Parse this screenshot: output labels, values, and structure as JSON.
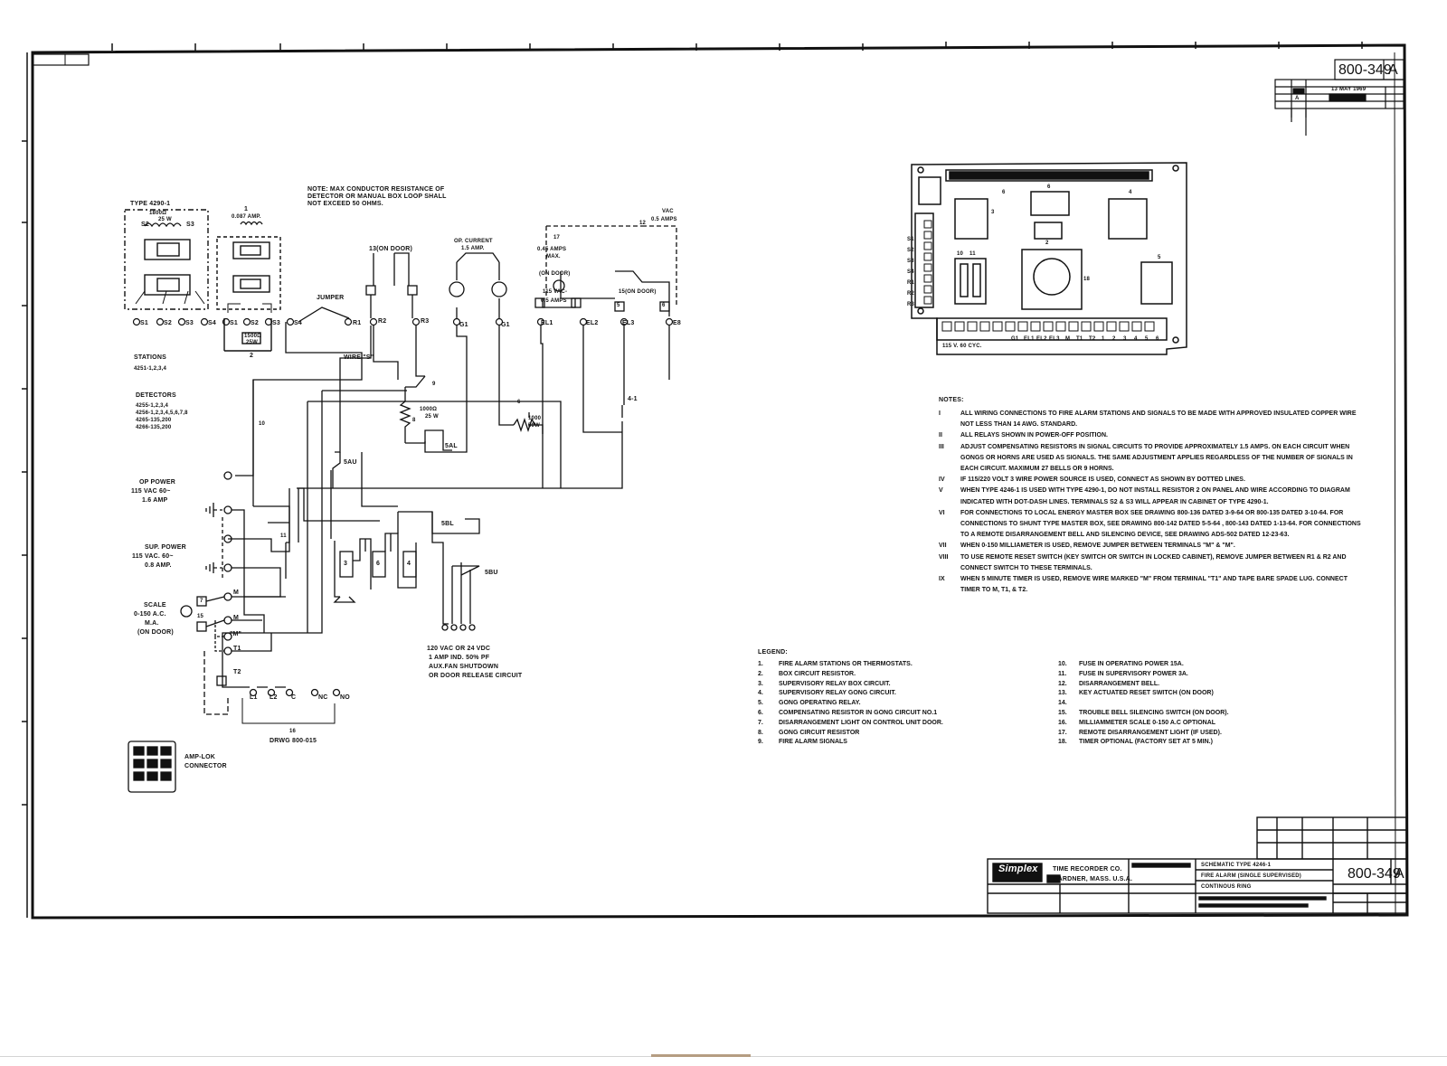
{
  "drawing": {
    "number": "800-349",
    "revision": "A",
    "top_header": "800-349",
    "rev_table": {
      "rev": "A",
      "date": "13 MAY 1969"
    }
  },
  "schematic_notes": {
    "top_note": "NOTE: MAX CONDUCTOR RESISTANCE OF DETECTOR OR MANUAL BOX LOOP SHALL NOT EXCEED 50 OHMS."
  },
  "labels": {
    "type_4290": "TYPE 4290-1",
    "r1800": "1800Ω",
    "r25w": "25 W",
    "s2": "S2",
    "s3": "S3",
    "amp_087": "0.087 AMP.",
    "item1": "1",
    "item2": "2",
    "r1500": "1500Ω",
    "r25w2": "25W",
    "terms_left": [
      "S1",
      "S2",
      "S3",
      "S4",
      "S1",
      "S2",
      "S3",
      "S4"
    ],
    "stations_title": "STATIONS",
    "stations": "4251-1,2,3,4",
    "detectors_title": "DETECTORS",
    "detectors": [
      "4255-1,2,3,4",
      "4256-1,2,3,4,5,6,7,8",
      "4265-135,200",
      "4266-135,200"
    ],
    "jumper": "JUMPER",
    "r1": "R1",
    "r2": "R2",
    "r3": "R3",
    "wire_s": "WIRE \"S\"",
    "on_door_13": "13(ON DOOR)",
    "op_current": "OP. CURRENT",
    "op_current_amp": "1.5 AMP.",
    "g1a": "G1",
    "g1b": "G1",
    "amps_045": "0.45 AMPS",
    "max": "MAX.",
    "item17": "17",
    "item12": "12",
    "vac": "VAC",
    "vac_amps": "0.5 AMPS",
    "on_door": "(ON DOOR)",
    "v115_vac": "115 VAC-",
    "amps_05": "0.5 AMPS",
    "on_door_15": "15(ON DOOR)",
    "el1": "EL1",
    "el2": "EL2",
    "el3": "EL3",
    "e8": "E8",
    "item5": "5",
    "item6": "6",
    "r1000": "1000Ω",
    "r25w3": "25 W",
    "item8": "8",
    "item9": "9",
    "item10": "10",
    "r1000b": "1000",
    "r50w": "50W",
    "item6b": "6",
    "k4_1": "4-1",
    "k5al": "5AL",
    "k5au": "5AU",
    "k5bl": "5BL",
    "k5bu": "5BU",
    "op_power": "OP POWER",
    "op_power_v": "115 VAC 60~",
    "op_power_a": "1.6 AMP",
    "sup_power": "SUP. POWER",
    "sup_power_v": "115 VAC. 60~",
    "sup_power_a": "0.8 AMP.",
    "scale": "SCALE",
    "scale_range": "0-150 A.C.",
    "scale_ma": "M.A.",
    "scale_door": "(ON DOOR)",
    "item15": "15",
    "item7": "7",
    "item11": "11",
    "m1": "M",
    "m2": "M",
    "m3": "\"M\"",
    "t1": "T1",
    "t2": "T2",
    "relays": [
      "3",
      "6",
      "4"
    ],
    "bottom_terms": [
      "L1",
      "L2",
      "C",
      "NC",
      "NO"
    ],
    "item16": "16",
    "drwg": "DRWG 800-015",
    "aux_1": "120 VAC OR 24 VDC",
    "aux_2": "1 AMP IND. 50% PF",
    "aux_3": "AUX.FAN SHUTDOWN",
    "aux_4": "OR DOOR RELEASE CIRCUIT",
    "amp_lok": "AMP-LOK",
    "connector": "CONNECTOR"
  },
  "panel": {
    "side_terms": [
      "S1",
      "S2",
      "S3",
      "S4",
      "R1",
      "R2",
      "R3"
    ],
    "numbers": [
      "6",
      "6",
      "4",
      "3",
      "2",
      "10",
      "11",
      "18",
      "5"
    ],
    "bottom_label": "115 V. 60 CYC.",
    "bottom_terms": [
      "G1",
      "EL1",
      "EL2",
      "EL3",
      "M",
      "T1",
      "T2",
      "1",
      "2",
      "3",
      "4",
      "5",
      "6"
    ]
  },
  "notes": {
    "title": "NOTES:",
    "items": [
      {
        "num": "I",
        "text": "ALL WIRING CONNECTIONS TO FIRE ALARM STATIONS AND SIGNALS TO BE MADE WITH APPROVED INSULATED COPPER WIRE NOT LESS THAN 14 AWG. STANDARD."
      },
      {
        "num": "II",
        "text": "ALL RELAYS SHOWN IN POWER-OFF POSITION."
      },
      {
        "num": "III",
        "text": "ADJUST COMPENSATING RESISTORS IN SIGNAL CIRCUITS TO PROVIDE APPROXIMATELY 1.5 AMPS. ON EACH CIRCUIT WHEN GONGS OR HORNS ARE USED AS SIGNALS. THE SAME ADJUSTMENT APPLIES REGARDLESS OF THE NUMBER OF SIGNALS IN EACH CIRCUIT. MAXIMUM 27 BELLS OR 9 HORNS."
      },
      {
        "num": "IV",
        "text": "IF 115/220 VOLT 3 WIRE POWER SOURCE IS USED, CONNECT AS SHOWN BY DOTTED LINES."
      },
      {
        "num": "V",
        "text": "WHEN TYPE 4246-1 IS USED WITH TYPE 4290-1, DO NOT INSTALL RESISTOR 2 ON PANEL AND WIRE ACCORDING TO DIAGRAM INDICATED WITH DOT-DASH LINES. TERMINALS S2 & S3 WILL APPEAR IN CABINET OF TYPE 4290-1."
      },
      {
        "num": "VI",
        "text": "FOR CONNECTIONS TO LOCAL ENERGY MASTER BOX SEE DRAWING 800-136 DATED 3-9-64 OR 800-135 DATED 3-10-64. FOR CONNECTIONS TO SHUNT TYPE MASTER BOX, SEE DRAWING 800-142 DATED 5-5-64 , 800-143 DATED 1-13-64. FOR CONNECTIONS TO A REMOTE DISARRANGEMENT BELL AND SILENCING DEVICE, SEE DRAWING ADS-502 DATED 12-23-63."
      },
      {
        "num": "VII",
        "text": "WHEN 0-150 MILLIAMETER IS USED, REMOVE JUMPER BETWEEN TERMINALS \"M\" & \"M\"."
      },
      {
        "num": "VIII",
        "text": "TO USE REMOTE RESET SWITCH (KEY SWITCH OR SWITCH IN LOCKED CABINET), REMOVE JUMPER BETWEEN R1 & R2 AND CONNECT SWITCH TO THESE TERMINALS."
      },
      {
        "num": "IX",
        "text": "WHEN 5 MINUTE TIMER IS USED, REMOVE WIRE MARKED \"M\" FROM TERMINAL \"T1\" AND TAPE BARE SPADE LUG. CONNECT TIMER TO M, T1, & T2."
      }
    ]
  },
  "legend": {
    "title": "LEGEND:",
    "left": [
      {
        "num": "1.",
        "text": "FIRE ALARM STATIONS OR THERMOSTATS."
      },
      {
        "num": "2.",
        "text": "BOX CIRCUIT RESISTOR."
      },
      {
        "num": "3.",
        "text": "SUPERVISORY RELAY BOX CIRCUIT."
      },
      {
        "num": "4.",
        "text": "SUPERVISORY RELAY GONG CIRCUIT."
      },
      {
        "num": "5.",
        "text": "GONG OPERATING RELAY."
      },
      {
        "num": "6.",
        "text": "COMPENSATING RESISTOR IN GONG CIRCUIT NO.1"
      },
      {
        "num": "7.",
        "text": "DISARRANGEMENT LIGHT ON CONTROL UNIT DOOR."
      },
      {
        "num": "8.",
        "text": "GONG CIRCUIT RESISTOR"
      },
      {
        "num": "9.",
        "text": "FIRE ALARM SIGNALS"
      }
    ],
    "right": [
      {
        "num": "10.",
        "text": "FUSE IN OPERATING POWER 15A."
      },
      {
        "num": "11.",
        "text": "FUSE IN SUPERVISORY POWER 3A."
      },
      {
        "num": "12.",
        "text": "DISARRANGEMENT BELL."
      },
      {
        "num": "13.",
        "text": "KEY ACTUATED RESET SWITCH (ON DOOR)"
      },
      {
        "num": "14.",
        "text": ""
      },
      {
        "num": "15.",
        "text": "TROUBLE BELL SILENCING SWITCH (ON DOOR)."
      },
      {
        "num": "16.",
        "text": "MILLIAMMETER SCALE 0-150 A.C OPTIONAL"
      },
      {
        "num": "17.",
        "text": "REMOTE DISARRANGEMENT LIGHT (IF USED)."
      },
      {
        "num": "18.",
        "text": "TIMER OPTIONAL (FACTORY SET AT 5 MIN.)"
      }
    ]
  },
  "title_block": {
    "logo": "Simplex",
    "company": "TIME RECORDER CO.",
    "city": "GARDNER, MASS. U.S.A.",
    "title_1": "SCHEMATIC TYPE 4246-1",
    "title_2": "FIRE ALARM (SINGLE SUPERVISED)",
    "title_3": "CONTINOUS RING",
    "drawing_no": "800-349",
    "rev": "A"
  },
  "colors": {
    "ink": "#111111",
    "paper": "#ffffff",
    "scan_mark": "#b59d82"
  }
}
